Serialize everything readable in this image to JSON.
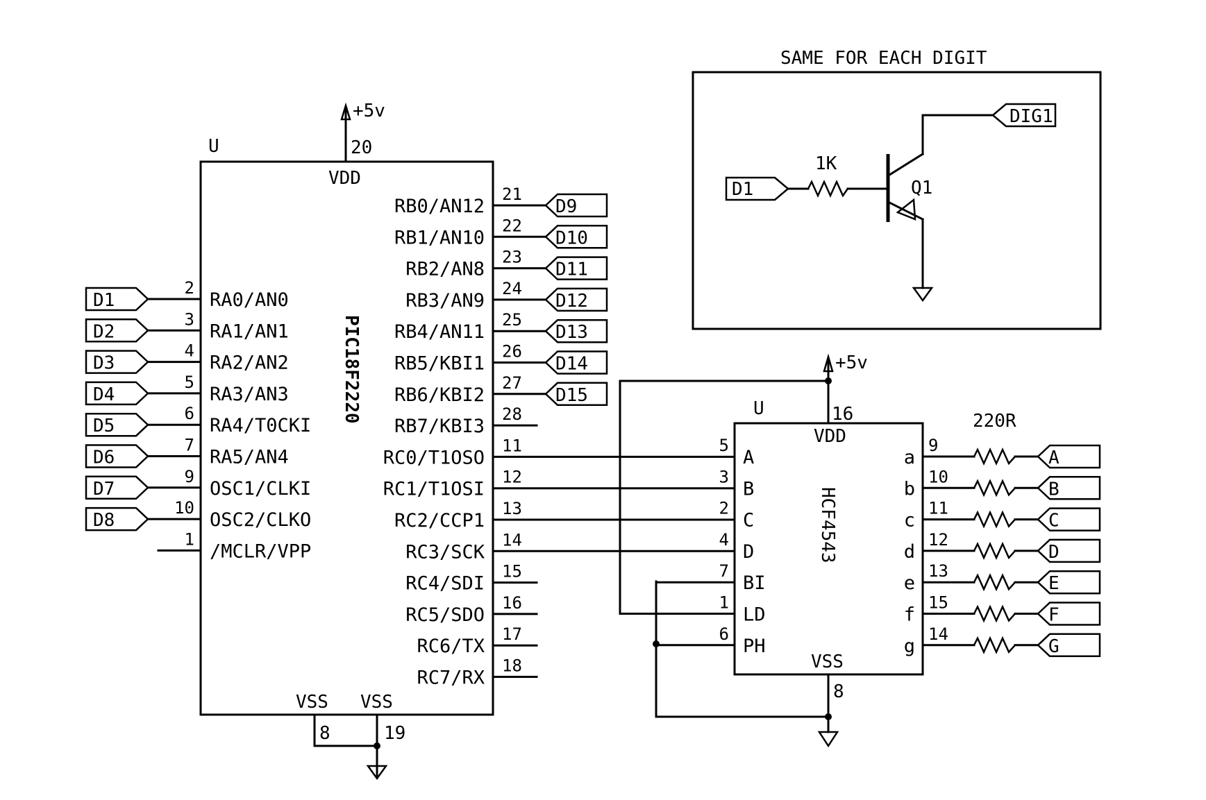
{
  "mcu": {
    "ref": "U",
    "part": "PIC18F2220",
    "vdd_label": "VDD",
    "vdd_pin": "20",
    "supply": "+5v",
    "vss_labels": [
      "VSS",
      "VSS"
    ],
    "vss_pins": [
      "8",
      "19"
    ],
    "left_pins": [
      {
        "num": "2",
        "name": "RA0/AN0",
        "net": "D1"
      },
      {
        "num": "3",
        "name": "RA1/AN1",
        "net": "D2"
      },
      {
        "num": "4",
        "name": "RA2/AN2",
        "net": "D3"
      },
      {
        "num": "5",
        "name": "RA3/AN3",
        "net": "D4"
      },
      {
        "num": "6",
        "name": "RA4/T0CKI",
        "net": "D5"
      },
      {
        "num": "7",
        "name": "RA5/AN4",
        "net": "D6"
      },
      {
        "num": "9",
        "name": "OSC1/CLKI",
        "net": "D7"
      },
      {
        "num": "10",
        "name": "OSC2/CLKO",
        "net": "D8"
      },
      {
        "num": "1",
        "name": "/MCLR/VPP",
        "net": ""
      }
    ],
    "right_pins": [
      {
        "num": "21",
        "name": "RB0/AN12",
        "net": "D9"
      },
      {
        "num": "22",
        "name": "RB1/AN10",
        "net": "D10"
      },
      {
        "num": "23",
        "name": "RB2/AN8",
        "net": "D11"
      },
      {
        "num": "24",
        "name": "RB3/AN9",
        "net": "D12"
      },
      {
        "num": "25",
        "name": "RB4/AN11",
        "net": "D13"
      },
      {
        "num": "26",
        "name": "RB5/KBI1",
        "net": "D14"
      },
      {
        "num": "27",
        "name": "RB6/KBI2",
        "net": "D15"
      },
      {
        "num": "28",
        "name": "RB7/KBI3",
        "net": ""
      },
      {
        "num": "11",
        "name": "RC0/T1OSO",
        "net": ""
      },
      {
        "num": "12",
        "name": "RC1/T1OSI",
        "net": ""
      },
      {
        "num": "13",
        "name": "RC2/CCP1",
        "net": ""
      },
      {
        "num": "14",
        "name": "RC3/SCK",
        "net": ""
      },
      {
        "num": "15",
        "name": "RC4/SDI",
        "net": ""
      },
      {
        "num": "16",
        "name": "RC5/SDO",
        "net": ""
      },
      {
        "num": "17",
        "name": "RC6/TX",
        "net": ""
      },
      {
        "num": "18",
        "name": "RC7/RX",
        "net": ""
      }
    ]
  },
  "decoder": {
    "ref": "U",
    "part": "HCF4543",
    "vdd_label": "VDD",
    "vdd_pin": "16",
    "supply": "+5v",
    "vss_label": "VSS",
    "vss_pin": "8",
    "left_pins": [
      {
        "num": "5",
        "name": "A"
      },
      {
        "num": "3",
        "name": "B"
      },
      {
        "num": "2",
        "name": "C"
      },
      {
        "num": "4",
        "name": "D"
      },
      {
        "num": "7",
        "name": "BI"
      },
      {
        "num": "1",
        "name": "LD"
      },
      {
        "num": "6",
        "name": "PH"
      }
    ],
    "right_pins": [
      {
        "num": "9",
        "name": "a",
        "net": "A"
      },
      {
        "num": "10",
        "name": "b",
        "net": "B"
      },
      {
        "num": "11",
        "name": "c",
        "net": "C"
      },
      {
        "num": "12",
        "name": "d",
        "net": "D"
      },
      {
        "num": "13",
        "name": "e",
        "net": "E"
      },
      {
        "num": "15",
        "name": "f",
        "net": "F"
      },
      {
        "num": "14",
        "name": "g",
        "net": "G"
      }
    ],
    "resistor_value": "220R"
  },
  "digit_driver": {
    "title": "SAME FOR EACH DIGIT",
    "input_net": "D1",
    "resistor_value": "1K",
    "transistor": "Q1",
    "output_net": "DIG1"
  },
  "colors": {
    "ink": "#000000",
    "paper": "#ffffff"
  }
}
